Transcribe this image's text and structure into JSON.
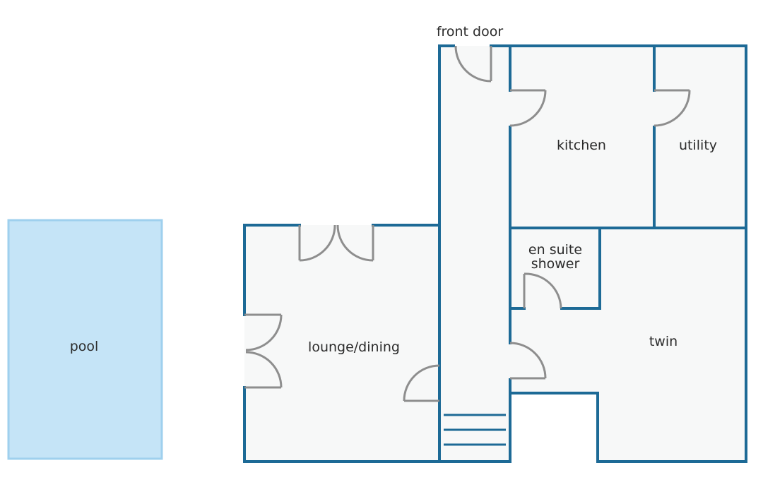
{
  "labels": {
    "front_door": "front door",
    "kitchen": "kitchen",
    "utility": "utility",
    "en_suite_line1": "en suite",
    "en_suite_line2": "shower",
    "lounge_dining": "lounge/dining",
    "twin": "twin",
    "pool": "pool"
  },
  "colors": {
    "wall": "#1d6a96",
    "floor": "#f7f8f8",
    "pool_fill": "#c5e4f7",
    "pool_border": "#9fd0ee",
    "door": "#8e8e8e",
    "text": "#2b2b2b"
  }
}
